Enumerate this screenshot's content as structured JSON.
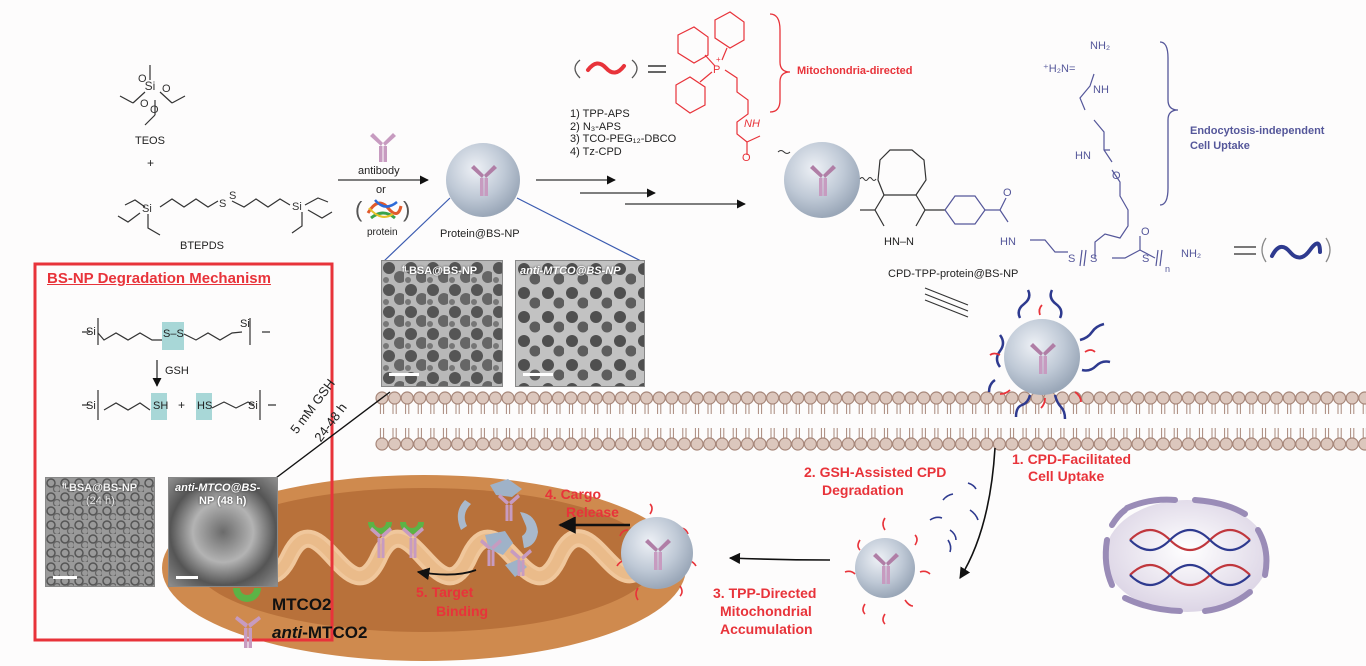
{
  "reagents": {
    "teos": "TEOS",
    "plus": "+",
    "btepds": "BTEPDS"
  },
  "step_one": {
    "top_label": "antibody",
    "or_label": "or",
    "protein_label": "protein"
  },
  "nanoparticle": {
    "label": "Protein@BS-NP"
  },
  "synthesis_steps": [
    "1) TPP-APS",
    "2) N₃-APS",
    "3) TCO-PEG₁₂-DBCO",
    "4) Tz-CPD"
  ],
  "tpp_legend": {
    "label": "Mitochondria-directed",
    "color": "#e8333a"
  },
  "cpd_legend": {
    "line1": "Endocytosis-independent",
    "line2": "Cell Uptake",
    "color": "#55579a"
  },
  "structure": {
    "nh": "NH",
    "o_top": "O",
    "hn_pyridazine": "HN–N",
    "hn_amide": "HN",
    "o_amide": "O",
    "s1": "S",
    "s2": "S",
    "s3": "S",
    "n_sub": "n",
    "nh2_end": "NH₂",
    "o_end": "O",
    "guanidine_top": "NH₂",
    "guanidine": "⁺H₂N=",
    "nh_guan": "NH",
    "hn_chain": "HN",
    "o_chain": "O",
    "product_label": "CPD-TPP-protein@BS-NP"
  },
  "tem_top": [
    {
      "label": "ᶠᴸBSA@BS-NP"
    },
    {
      "label": "anti-MTCO@BS-NP"
    }
  ],
  "degradation_box": {
    "title": "BS-NP Degradation Mechanism",
    "reagent": "GSH",
    "si_left": "Si",
    "si_right": "Si",
    "ss": "S–S",
    "sh": "SH",
    "hs": "HS",
    "plus": "+",
    "tem": [
      {
        "line1": "ᶠᴸBSA@BS-NP",
        "line2": "(24 h)"
      },
      {
        "line1": "anti-MTCO@BS-",
        "line2": "NP (48 h)"
      }
    ]
  },
  "gsh_arrow": {
    "line1": "5 mM GSH",
    "line2": "24-48 h"
  },
  "cell_steps": [
    {
      "line1": "1. CPD-Facilitated",
      "line2": "Cell Uptake"
    },
    {
      "line1": "2. GSH-Assisted CPD",
      "line2": "Degradation"
    },
    {
      "line1": "3. TPP-Directed",
      "line2": "Mitochondrial",
      "line3": "Accumulation"
    },
    {
      "line1": "4. Cargo",
      "line2": "Release"
    },
    {
      "line1": "5. Target",
      "line2": "Binding"
    }
  ],
  "legend": {
    "mtco2": "MTCO2",
    "anti_mtco2": "anti-MTCO2"
  },
  "colors": {
    "accent_red": "#e8333a",
    "cpd_blue": "#2e3a8f",
    "membrane": "#a7877a",
    "mitochondria": "#cf8a4e",
    "np": "#b9c4d3",
    "antibody": "#c79bc0",
    "mtco2_green": "#5cb346",
    "highlight": "#a8d7d7"
  }
}
